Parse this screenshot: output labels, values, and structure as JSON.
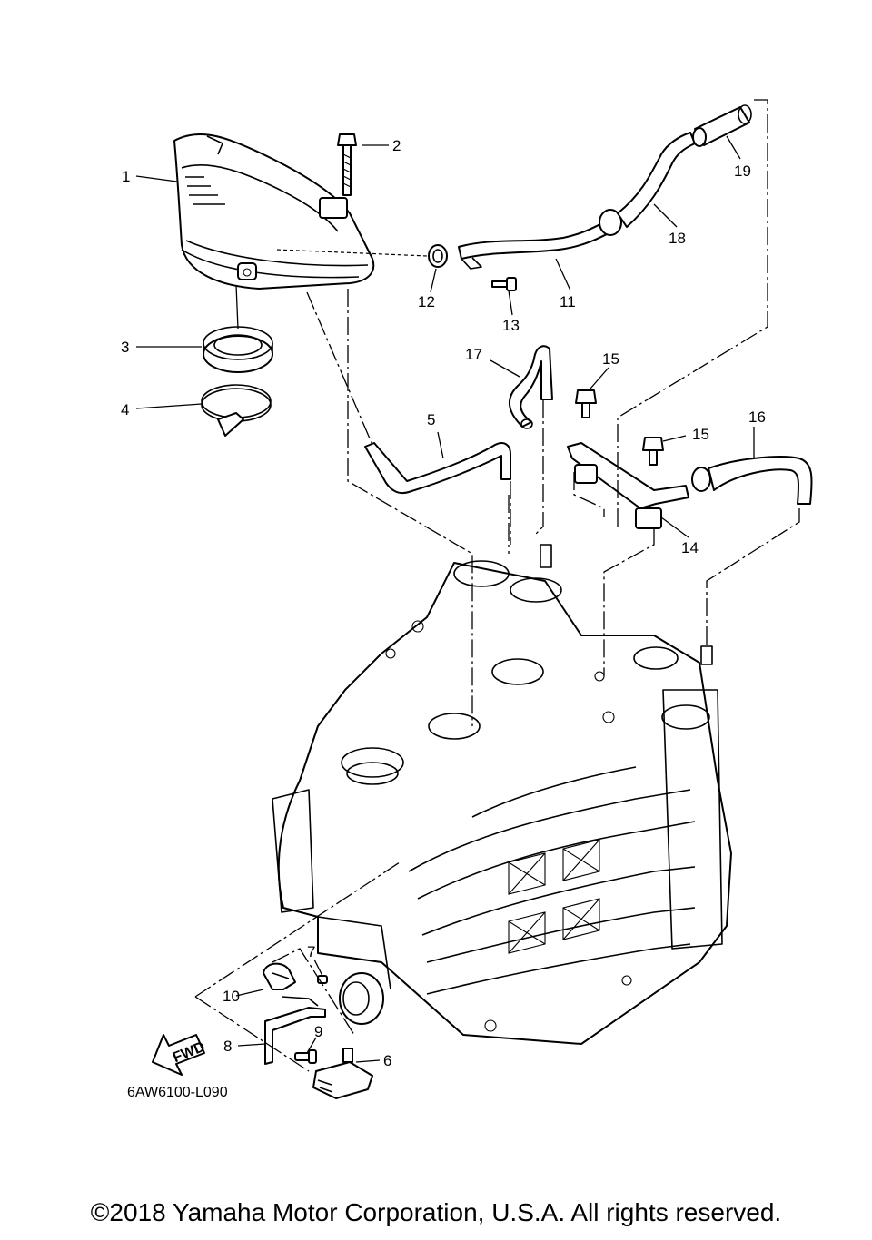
{
  "diagram": {
    "callouts": [
      "1",
      "2",
      "3",
      "4",
      "5",
      "6",
      "7",
      "8",
      "9",
      "10",
      "11",
      "12",
      "13",
      "14",
      "15",
      "15",
      "16",
      "17",
      "18",
      "19"
    ],
    "figure_code": "6AW6100-L090",
    "fwd_label": "FWD"
  },
  "footer": {
    "copyright": "©2018 Yamaha Motor Corporation, U.S.A. All rights reserved."
  }
}
